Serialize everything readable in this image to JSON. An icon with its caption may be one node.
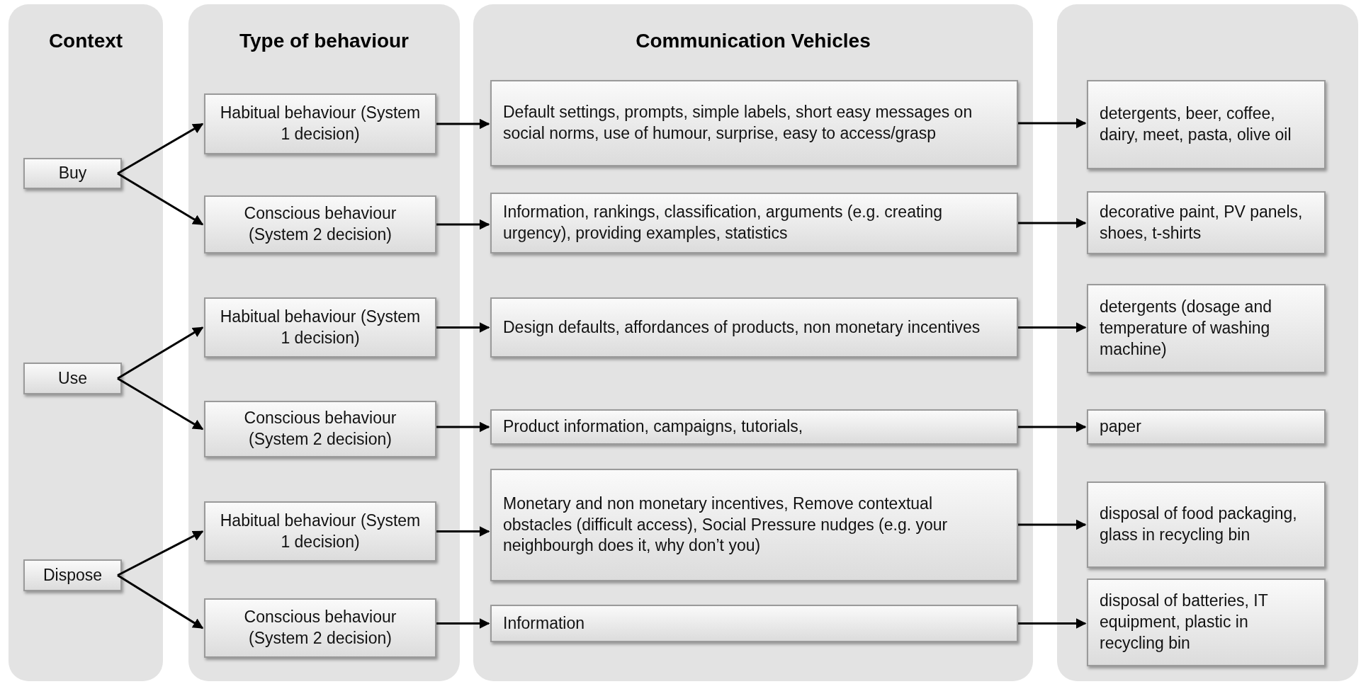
{
  "diagram": {
    "nodes": [
      {
        "text": [
          "Context"
        ]
      },
      {
        "text": [
          "Buy"
        ],
        "in": 0
      },
      {
        "text": [
          "Use"
        ],
        "in": 0
      },
      {
        "text": [
          "Dispose"
        ],
        "in": 0
      },
      {
        "text": [
          "Type of behaviour"
        ]
      },
      {
        "text": [
          "Habitual behaviour (System 1 decision)"
        ],
        "in": 4
      },
      {
        "text": [
          "Conscious behaviour (System 2 decision)"
        ],
        "in": 4
      },
      {
        "text": [
          "Habitual behaviour (System 1 decision)"
        ],
        "in": 4
      },
      {
        "text": [
          "Conscious behaviour (System 2 decision)"
        ],
        "in": 4
      },
      {
        "text": [
          "Habitual behaviour (System 1 decision)"
        ],
        "in": 4
      },
      {
        "text": [
          "Conscious behaviour (System 2 decision)"
        ],
        "in": 4
      },
      {
        "text": [
          "Communication Vehicles"
        ]
      },
      {
        "text": [
          "Default settings, prompts, simple labels, short easy messages on social norms, use of humour, surprise, easy to access/grasp"
        ],
        "in": 11
      },
      {
        "text": [
          "Information, rankings, classification, arguments (e.g. creating urgency), providing examples, statistics"
        ],
        "in": 11
      },
      {
        "text": [
          "Design defaults, affordances of products, non monetary incentives"
        ],
        "in": 11
      },
      {
        "text": [
          "Product information, campaigns, tutorials,"
        ],
        "in": 11
      },
      {
        "text": [
          "Monetary and non monetary incentives, Remove contextual obstacles (difficult access), Social Pressure nudges (e.g. your neighbourgh does it, why don’t you)"
        ],
        "in": 11
      },
      {
        "text": [
          "Information"
        ],
        "in": 11
      },
      {
        "text": [],
        "shape": "box"
      },
      {
        "text": [
          "detergents, beer, coffee, dairy, meet, pasta, olive oil"
        ],
        "in": 18
      },
      {
        "text": [
          "decorative paint, PV panels, shoes, t-shirts"
        ],
        "in": 18
      },
      {
        "text": [
          "detergents (dosage and temperature of washing machine)"
        ],
        "in": 18
      },
      {
        "text": [
          "paper"
        ],
        "in": 18
      },
      {
        "text": [
          "disposal of food packaging, glass in recycling bin"
        ],
        "in": 18
      },
      {
        "text": [
          "disposal of batteries, IT equipment, plastic in recycling bin"
        ],
        "in": 18
      }
    ],
    "edges": [
      {
        "from": 1,
        "to": 5,
        "arrow": "to"
      },
      {
        "from": 1,
        "to": 6,
        "arrow": "to"
      },
      {
        "from": 2,
        "to": 7,
        "arrow": "to"
      },
      {
        "from": 2,
        "to": 8,
        "arrow": "to"
      },
      {
        "from": 3,
        "to": 9,
        "arrow": "to"
      },
      {
        "from": 3,
        "to": 10,
        "arrow": "to"
      },
      {
        "from": 5,
        "to": 12,
        "arrow": "to"
      },
      {
        "from": 6,
        "to": 13,
        "arrow": "to"
      },
      {
        "from": 7,
        "to": 14,
        "arrow": "to"
      },
      {
        "from": 8,
        "to": 15,
        "arrow": "to"
      },
      {
        "from": 9,
        "to": 16,
        "arrow": "to"
      },
      {
        "from": 10,
        "to": 17,
        "arrow": "to"
      },
      {
        "from": 12,
        "to": 19,
        "arrow": "to"
      },
      {
        "from": 13,
        "to": 20,
        "arrow": "to"
      },
      {
        "from": 14,
        "to": 21,
        "arrow": "to"
      },
      {
        "from": 15,
        "to": 22,
        "arrow": "to"
      },
      {
        "from": 16,
        "to": 23,
        "arrow": "to"
      },
      {
        "from": 17,
        "to": 24,
        "arrow": "to"
      }
    ]
  }
}
